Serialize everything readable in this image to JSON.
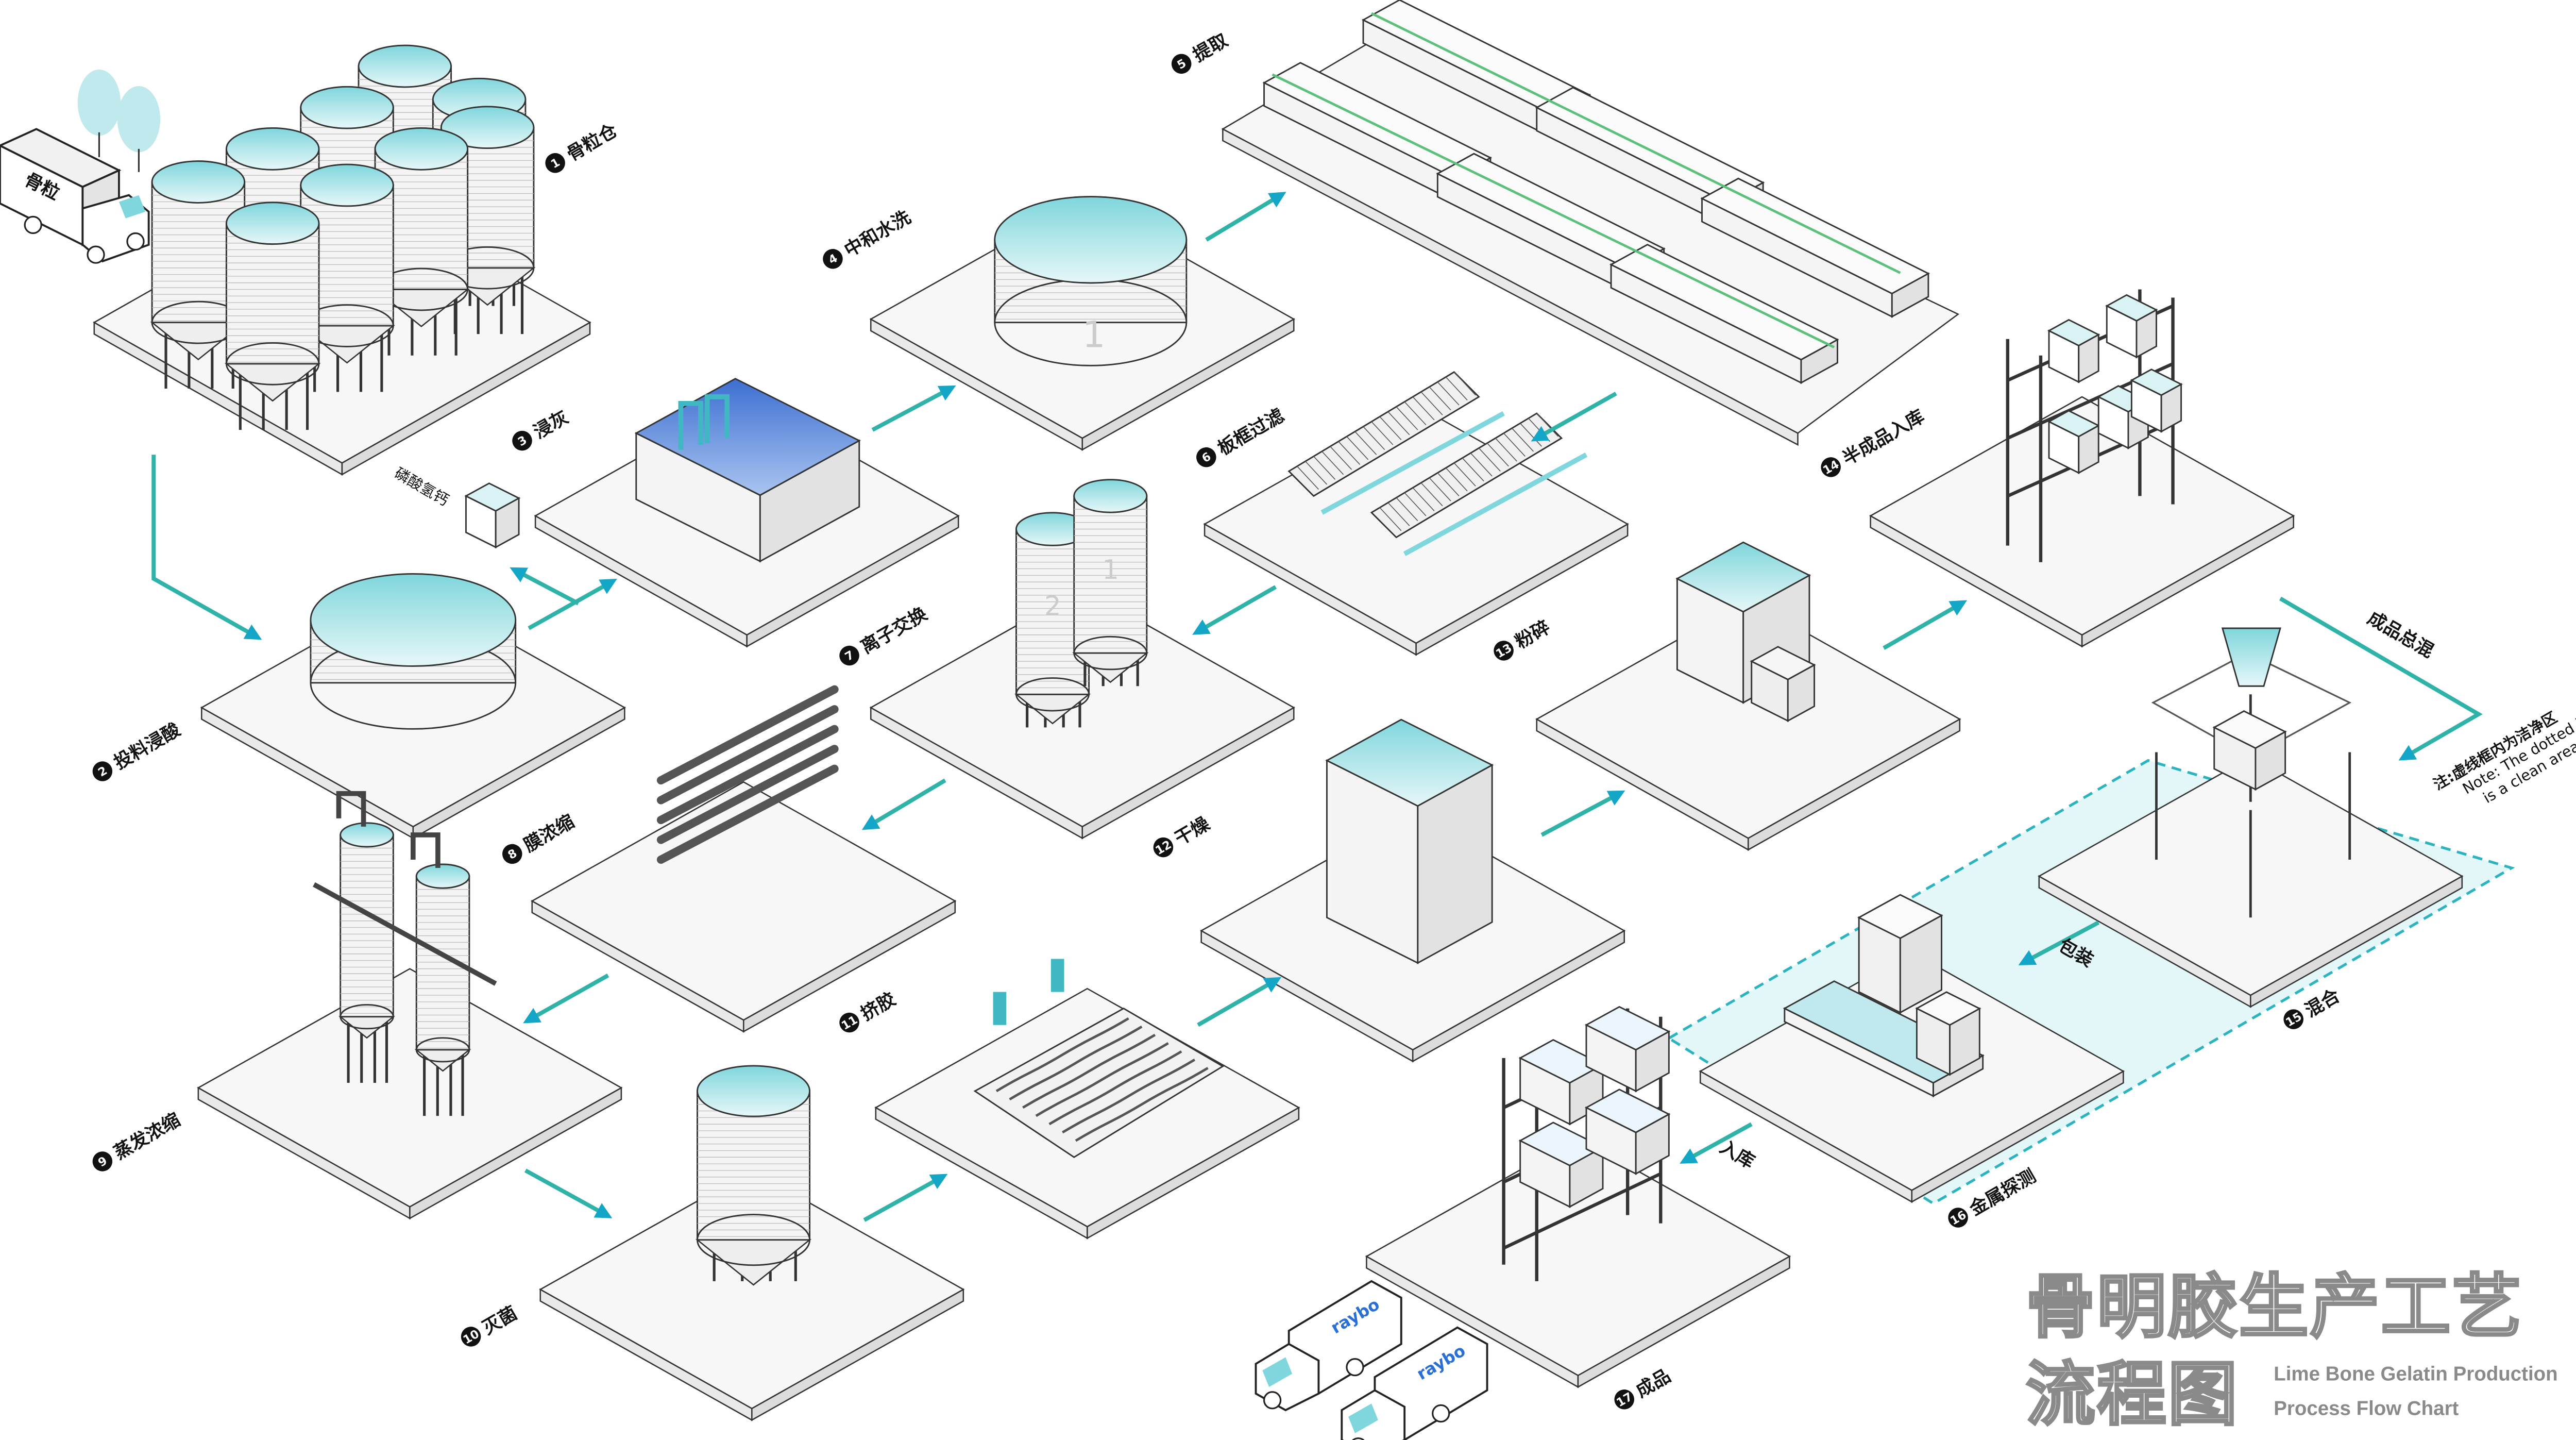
{
  "title": {
    "line1": "骨明胶生产工艺",
    "line2": "流程图",
    "english1": "Lime Bone Gelatin Production",
    "english2": "Process Flow Chart"
  },
  "steps": [
    {
      "num": "1",
      "label": "骨粒仓"
    },
    {
      "num": "2",
      "label": "投料浸酸"
    },
    {
      "num": "3",
      "label": "浸灰"
    },
    {
      "num": "4",
      "label": "中和水洗"
    },
    {
      "num": "5",
      "label": "提取"
    },
    {
      "num": "6",
      "label": "板框过滤"
    },
    {
      "num": "7",
      "label": "离子交换"
    },
    {
      "num": "8",
      "label": "膜浓缩"
    },
    {
      "num": "9",
      "label": "蒸发浓缩"
    },
    {
      "num": "10",
      "label": "灭菌"
    },
    {
      "num": "11",
      "label": "挤胶"
    },
    {
      "num": "12",
      "label": "干燥"
    },
    {
      "num": "13",
      "label": "粉碎"
    },
    {
      "num": "14",
      "label": "半成品入库"
    },
    {
      "num": "15",
      "label": "混合"
    },
    {
      "num": "16",
      "label": "金属探测"
    },
    {
      "num": "17",
      "label": "成品"
    }
  ],
  "extra_labels": {
    "final_mix": "成品总混",
    "packaging": "包装",
    "warehousing": "入库",
    "byproduct": "磷酸氢钙",
    "truck_bone": "骨粒",
    "truck_brand": "raybo",
    "tank4_number": "1",
    "tower7_left": "2",
    "tower7_right": "1"
  },
  "note": {
    "zh": "注:虚线框内为洁净区",
    "en1": "Note: The dotted box",
    "en2": "is a clean area"
  },
  "colors": {
    "arrow_start": "#5cbf7a",
    "arrow_end": "#13a6c6",
    "teal": "#3fb8c4",
    "clean_area": "#d8f3f5",
    "platform_top": "#f6f6f6",
    "platform_edge": "#333333"
  }
}
